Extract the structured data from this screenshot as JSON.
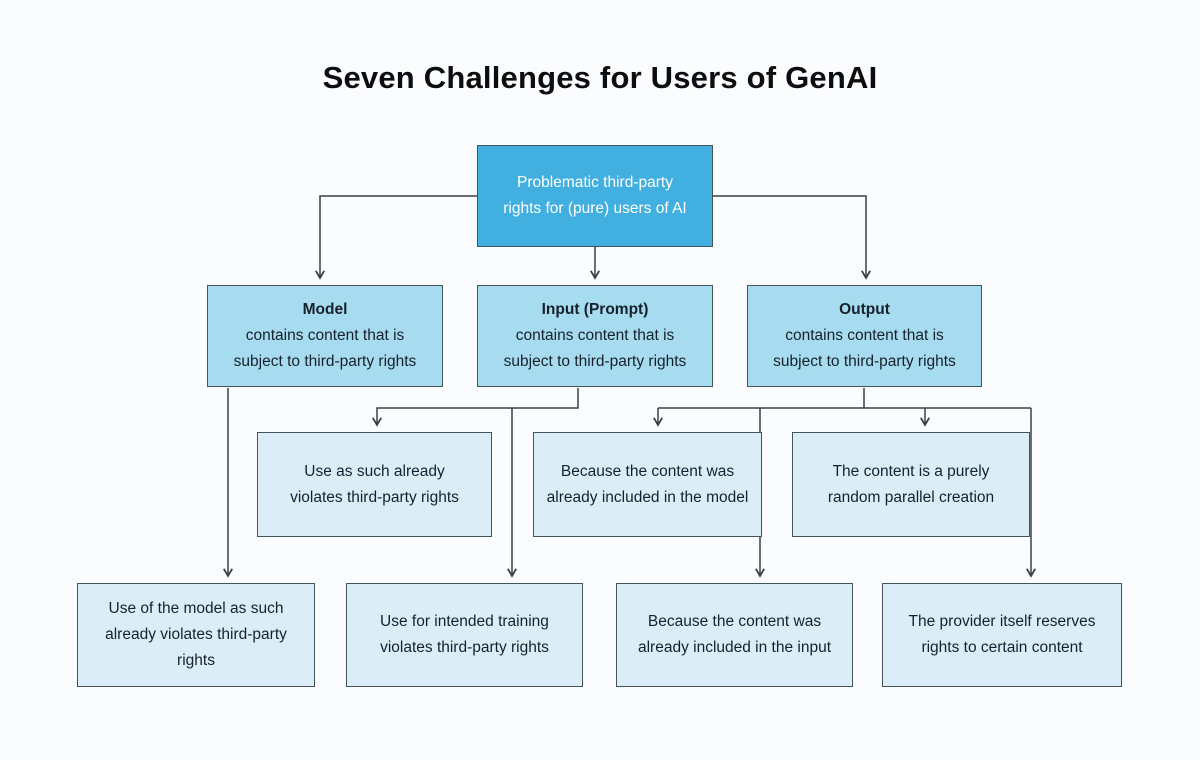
{
  "title": "Seven Challenges for Users of GenAI",
  "colors": {
    "root_fill": "#41afe0",
    "level2_fill": "#a7dbef",
    "level3_fill": "#dbeef7",
    "box_border": "#42555e",
    "connector": "#3a4045",
    "root_text": "#ffffff",
    "box_text": "#15222b",
    "background": "#fbfcfd"
  },
  "diagram": {
    "root": {
      "lines": [
        "Problematic third-party",
        "rights for (pure) users of AI"
      ]
    },
    "level2": [
      {
        "heading": "Model",
        "lines": [
          "contains content that is",
          "subject to third-party rights"
        ]
      },
      {
        "heading": "Input (Prompt)",
        "lines": [
          "contains content that is",
          "subject to third-party rights"
        ]
      },
      {
        "heading": "Output",
        "lines": [
          "contains content that is",
          "subject to third-party rights"
        ]
      }
    ],
    "level3": [
      {
        "lines": [
          "Use as such already",
          "violates third-party rights"
        ]
      },
      {
        "lines": [
          "Because the content was",
          "already included in the model"
        ]
      },
      {
        "lines": [
          "The content is a purely",
          "random parallel creation"
        ]
      }
    ],
    "level4": [
      {
        "lines": [
          "Use of the model as such",
          "already violates third-party",
          "rights"
        ]
      },
      {
        "lines": [
          "Use for intended training",
          "violates third-party rights"
        ]
      },
      {
        "lines": [
          "Because the content was",
          "already included in the input"
        ]
      },
      {
        "lines": [
          "The provider itself reserves",
          "rights to certain content"
        ]
      }
    ]
  }
}
